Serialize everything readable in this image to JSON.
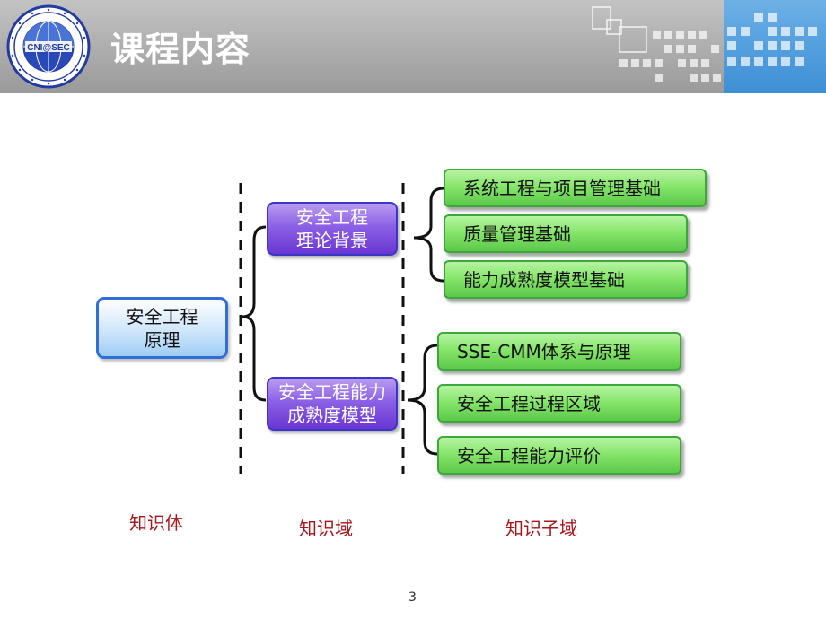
{
  "slide": {
    "title": "课程内容",
    "page_number": "3"
  },
  "header": {
    "logo_text": "CNI@SEC",
    "accent_gray": "#a9a9a9",
    "accent_blue": "#4a97da"
  },
  "diagram": {
    "root": {
      "line1": "安全工程",
      "line2": "原理"
    },
    "domains": [
      {
        "line1": "安全工程",
        "line2": "理论背景"
      },
      {
        "line1": "安全工程能力",
        "line2": "成熟度模型"
      }
    ],
    "subdomains": [
      "系统工程与项目管理基础",
      "质量管理基础",
      "能力成熟度模型基础",
      "SSE-CMM体系与原理",
      "安全工程过程区域",
      "安全工程能力评价"
    ],
    "column_labels": [
      "知识体",
      "知识域",
      "知识子域"
    ]
  }
}
